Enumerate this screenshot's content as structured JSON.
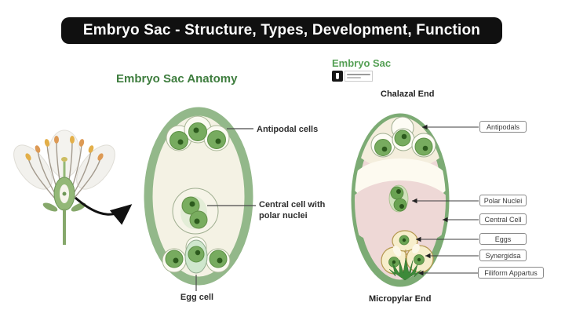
{
  "banner": {
    "title": "Embryo Sac - Structure, Types, Development, Function"
  },
  "left_panel": {
    "heading": "Embryo Sac Anatomy",
    "labels": {
      "antipodal_cells": "Antipodal cells",
      "central_cell_line1": "Central cell with",
      "central_cell_line2": "polar nuclei",
      "egg_cell": "Egg cell"
    }
  },
  "right_panel": {
    "heading": "Embryo Sac",
    "chalazal_end": "Chalazal End",
    "micropylar_end": "Micropylar End",
    "callouts": [
      "Antipodals",
      "Polar Nuclei",
      "Central Cell",
      "Eggs",
      "Synergidsa",
      "Filiform Appartus"
    ]
  },
  "colors": {
    "banner_bg": "#101010",
    "banner_text": "#ffffff",
    "left_heading_green": "#3e7d3e",
    "right_heading_green": "#55a055",
    "sac_border_left": "#93b88a",
    "sac_fill_left": "#f4f2e4",
    "sac_border_right": "#7cab74",
    "central_cell_pink": "#eed8d6",
    "top_cap_cream": "#f4eedd",
    "cell_green": "#77ab5f",
    "nucleus_dark_green": "#2c5a1d",
    "egg_cell_mint": "#cfe7cd",
    "egg_apparatus_cream": "#f7eecb",
    "egg_apparatus_outline": "#b5984f",
    "filiform_green": "#3d8a39"
  }
}
